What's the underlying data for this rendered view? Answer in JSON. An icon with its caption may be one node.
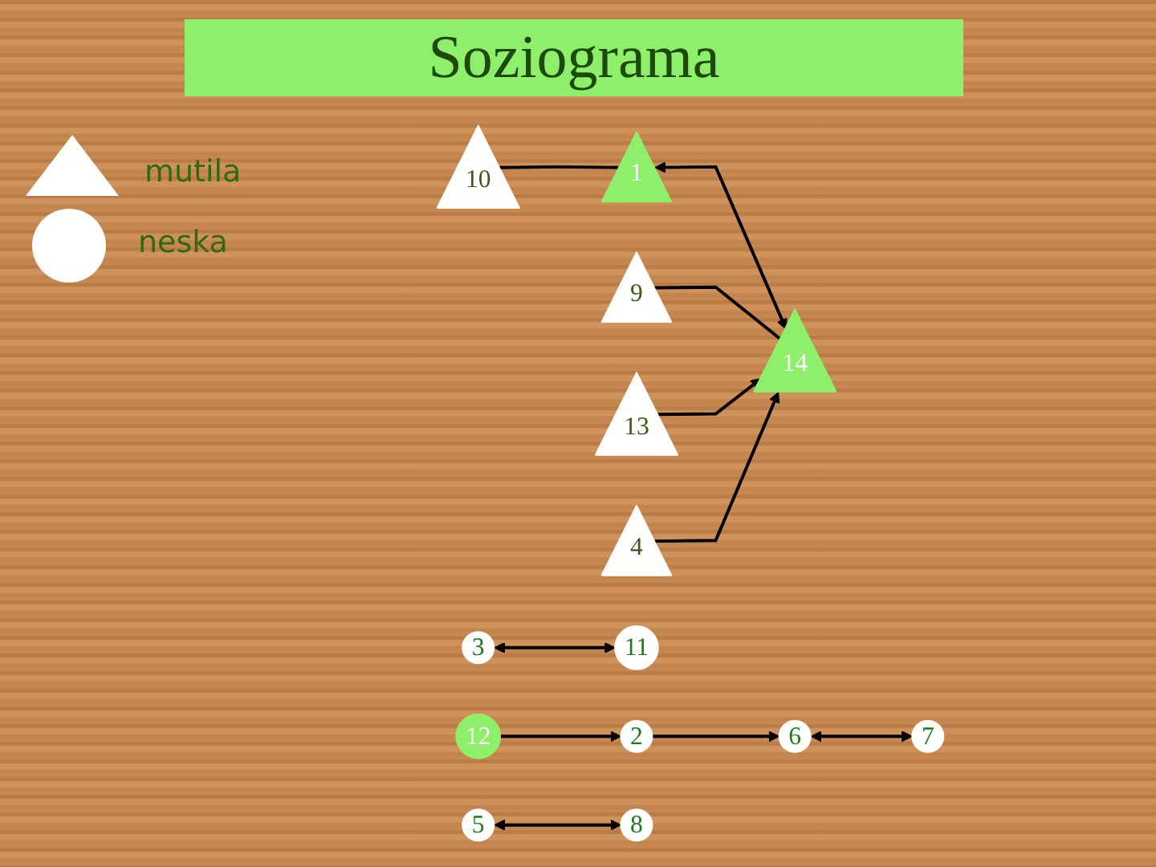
{
  "diagram": {
    "title": "Soziograma",
    "nodes": [
      {
        "text": [
          "9"
        ]
      },
      {
        "text": [
          "13"
        ]
      },
      {
        "text": [
          "10"
        ]
      },
      {
        "text": [
          "1"
        ]
      },
      {
        "text": [
          "14"
        ]
      },
      {
        "text": [
          "4"
        ]
      },
      {
        "text": [
          "3"
        ]
      },
      {
        "text": [
          "11"
        ]
      },
      {
        "text": [
          "2"
        ]
      },
      {
        "text": [
          "6"
        ]
      },
      {
        "text": [
          "5"
        ]
      },
      {
        "text": [
          "8"
        ]
      },
      {
        "text": [
          "12"
        ]
      },
      {
        "text": [
          "7"
        ]
      }
    ],
    "edges": [
      {
        "from": 2,
        "to": 3,
        "arrow": "none"
      },
      {
        "from": 3,
        "to": 4,
        "arrow": "both"
      },
      {
        "from": 0,
        "to": 4,
        "arrow": "none"
      },
      {
        "from": 1,
        "to": 4,
        "arrow": "to"
      },
      {
        "from": 5,
        "to": 4,
        "arrow": "to"
      },
      {
        "from": 6,
        "to": 7,
        "arrow": "both"
      },
      {
        "from": 8,
        "to": 9,
        "arrow": "to"
      },
      {
        "from": 9,
        "to": 13,
        "arrow": "both"
      },
      {
        "from": 12,
        "to": 8,
        "arrow": "to"
      },
      {
        "from": 10,
        "to": 11,
        "arrow": "both"
      }
    ],
    "legend": [
      {
        "text": "mutila"
      },
      {
        "text": "neska"
      }
    ]
  }
}
